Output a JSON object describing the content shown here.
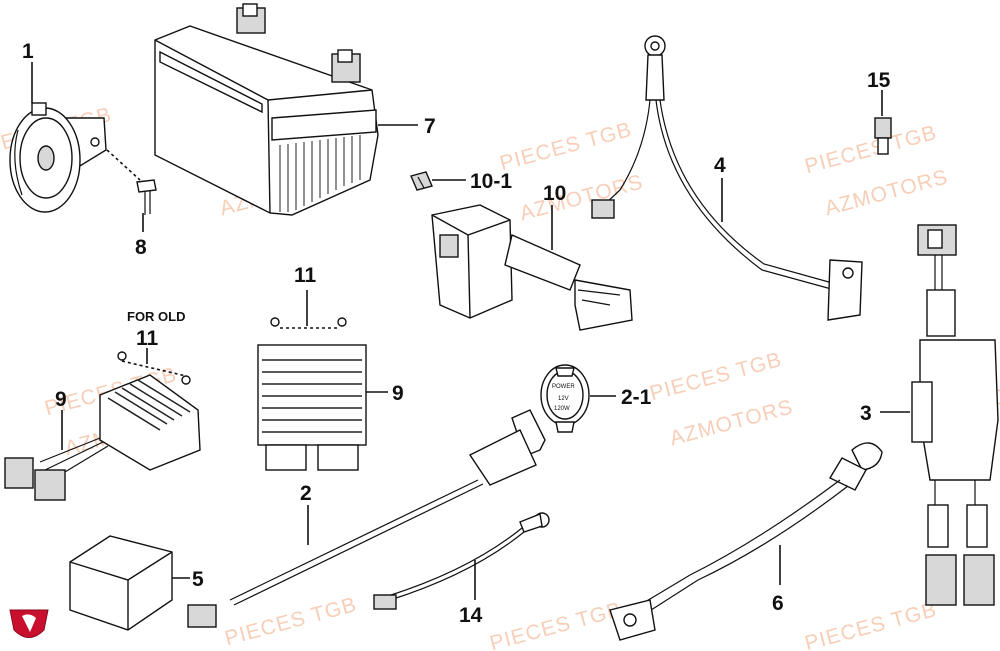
{
  "callouts": {
    "c1": "1",
    "c7": "7",
    "c8": "8",
    "c10_1": "10-1",
    "c10": "10",
    "c4": "4",
    "c15": "15",
    "c11a": "11",
    "c11b": "11",
    "c9a": "9",
    "c9b": "9",
    "c2_1": "2-1",
    "c3": "3",
    "c2": "2",
    "c5": "5",
    "c14": "14",
    "c6": "6"
  },
  "note_for_old": "FOR OLD",
  "button_text": {
    "line1": "POWER",
    "line2": "12V",
    "line3": "120W"
  },
  "watermarks": [
    "PIECES TGB",
    "AZMOTORS"
  ],
  "colors": {
    "watermark": "#f2a77e",
    "logo": "#c8102e"
  },
  "logo_icon": "azmotors-logo-icon"
}
